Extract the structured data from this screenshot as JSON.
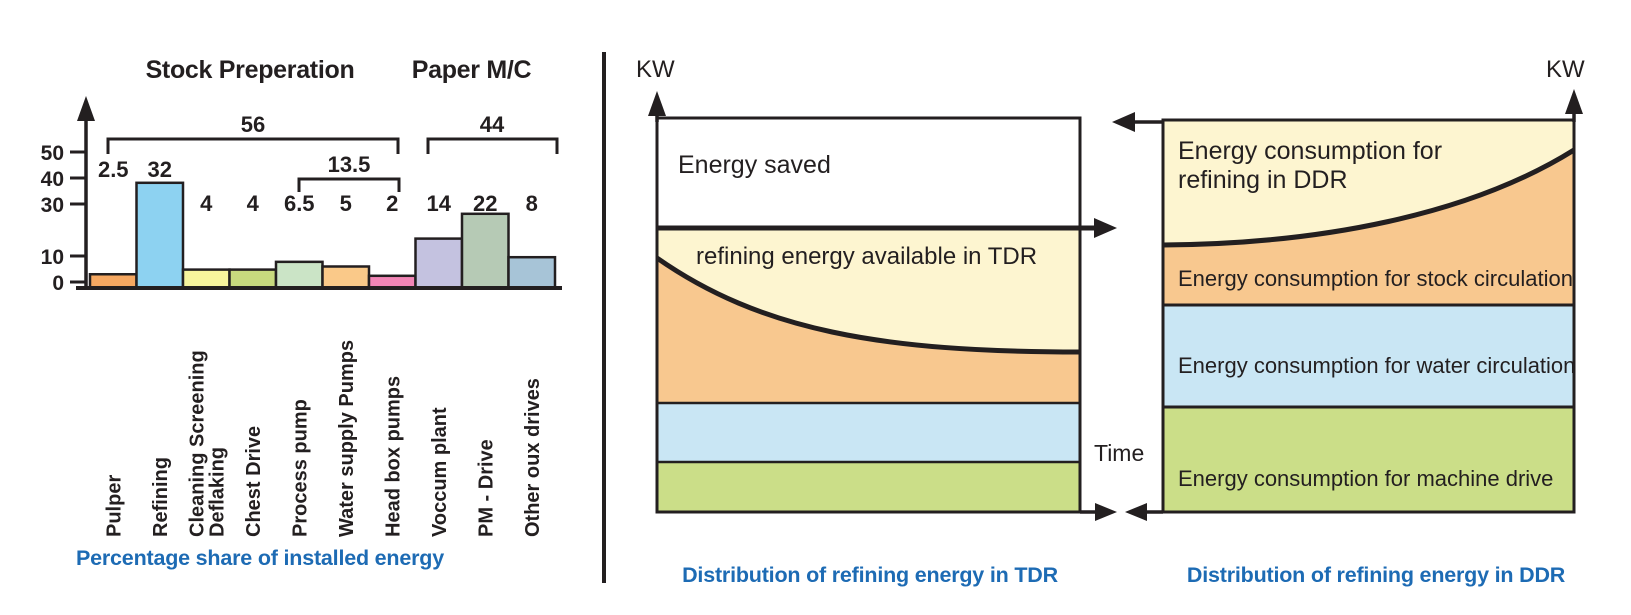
{
  "palette": {
    "ink": "#231f20",
    "caption_blue": "#1d6bb4",
    "cream": "#fdf5d0",
    "orange": "#f8c88f",
    "light_blue": "#c9e6f4",
    "green": "#cbde88"
  },
  "chart_data": [
    {
      "type": "bar",
      "title": "Percentage share of installed energy",
      "group_titles": [
        "Stock Preperation",
        "Paper M/C"
      ],
      "categories": [
        "Pulper",
        "Refining",
        "Cleaning Screening\nDeflaking",
        "Chest Drive",
        "Process pump",
        "Water supply Pumps",
        "Head box pumps",
        "Voccum plant",
        "PM - Drive",
        "Other oux drives"
      ],
      "values": [
        2.5,
        32,
        4,
        4,
        6.5,
        5,
        2,
        14,
        22,
        8
      ],
      "bar_colors": [
        "#f6a861",
        "#8dd2f1",
        "#f7f49d",
        "#c8da7e",
        "#cbe4c6",
        "#fac989",
        "#f285b6",
        "#c4c2e0",
        "#b6cab5",
        "#a7c4d7"
      ],
      "yticks": [
        0,
        10,
        30,
        40,
        50
      ],
      "ylim": [
        0,
        55
      ],
      "brackets": [
        {
          "label": "56",
          "from_bar": 0,
          "to_bar": 6
        },
        {
          "label": "13.5",
          "from_bar": 4,
          "to_bar": 6
        },
        {
          "label": "44",
          "from_bar": 7,
          "to_bar": 9
        }
      ]
    },
    {
      "type": "area",
      "title": "Distribution of refining energy in TDR",
      "ylabel": "KW",
      "xlabel": "Time",
      "curve_direction": "decreasing",
      "regions": [
        {
          "label": "Energy saved",
          "color": "#ffffff"
        },
        {
          "label": "refining energy available in TDR",
          "color": "#fdf5d0"
        },
        {
          "label": "",
          "color": "#f8c88f"
        },
        {
          "label": "",
          "color": "#c9e6f4"
        },
        {
          "label": "",
          "color": "#cbde88"
        }
      ]
    },
    {
      "type": "area",
      "title": "Distribution of refining energy in DDR",
      "ylabel": "KW",
      "xlabel": "Time",
      "curve_direction": "increasing",
      "regions": [
        {
          "label": "Energy consumption for\nrefining in DDR",
          "color": "#fdf5d0"
        },
        {
          "label": "Energy consumption for stock circulation",
          "color": "#f8c88f"
        },
        {
          "label": "Energy consumption for water circulation",
          "color": "#c9e6f4"
        },
        {
          "label": "Energy consumption for machine drive",
          "color": "#cbde88"
        }
      ]
    }
  ]
}
